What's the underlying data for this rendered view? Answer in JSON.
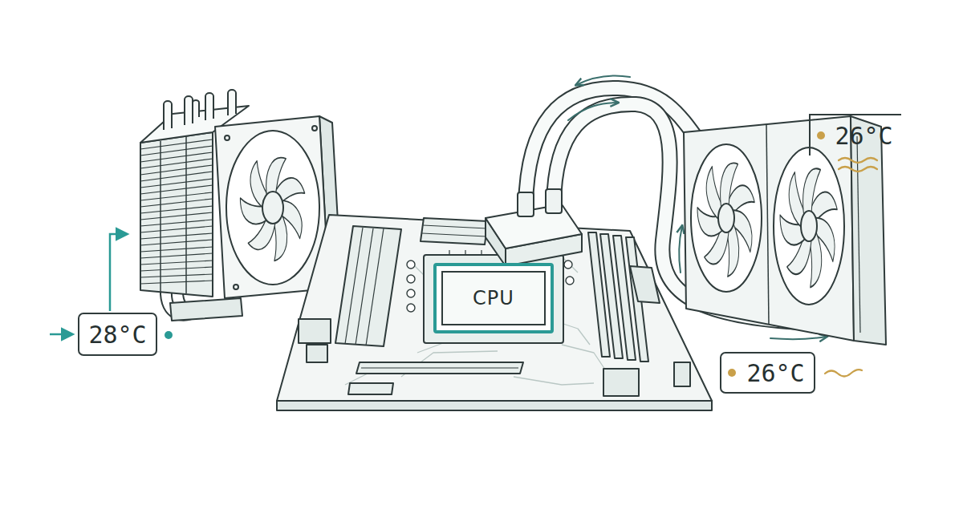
{
  "diagram": {
    "nodes": [
      {
        "text": [
          "28°C"
        ]
      },
      {
        "text": [
          "CPU"
        ]
      },
      {
        "text": [
          "26°C"
        ]
      },
      {
        "text": [
          "26°C"
        ]
      }
    ]
  }
}
